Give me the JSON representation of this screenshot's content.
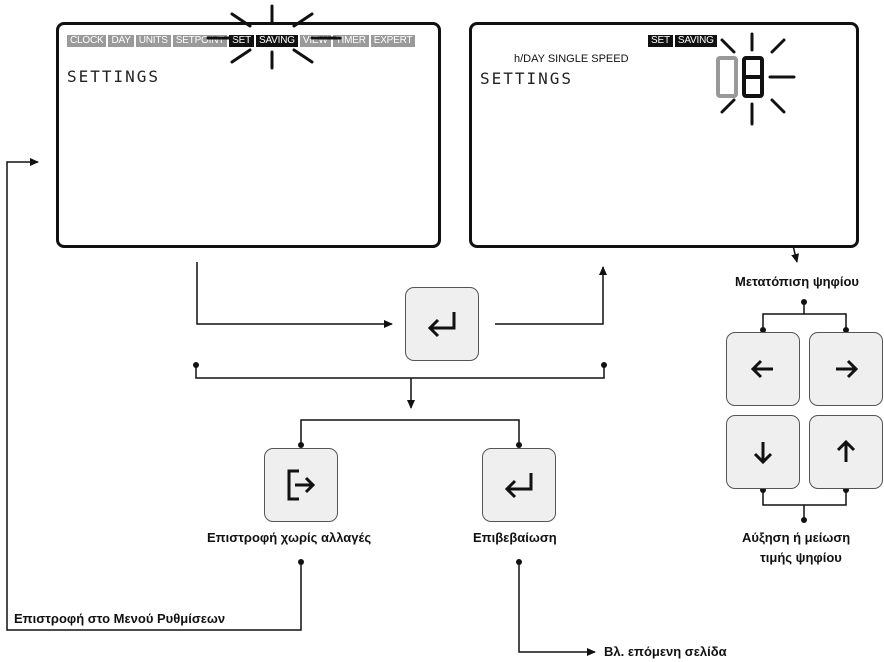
{
  "left_screen": {
    "tabs": [
      "CLOCK",
      "DAY",
      "UNITS",
      "SETPOINT",
      "SET",
      "SAVING",
      "VIEW",
      "TIMER",
      "EXPERT"
    ],
    "active_tabs": [
      "SET",
      "SAVING"
    ],
    "title": "SETTINGS"
  },
  "right_screen": {
    "tabs": [
      "SET",
      "SAVING"
    ],
    "mode_label": "h/DAY SINGLE SPEED",
    "title": "SETTINGS",
    "digits": "08"
  },
  "keys": {
    "enter_top": "enter-icon",
    "exit": "exit-icon",
    "confirm": "enter-icon",
    "left": "arrow-left-icon",
    "right": "arrow-right-icon",
    "down": "arrow-down-icon",
    "up": "arrow-up-icon"
  },
  "labels": {
    "digit_shift": "Μετατόπιση ψηφίου",
    "exit_no_changes": "Επιστροφή χωρίς αλλαγές",
    "confirm": "Επιβεβαίωση",
    "increase_decrease_line1": "Αύξηση ή μείωση",
    "increase_decrease_line2": "τιμής ψηφίου",
    "back_to_menu": "Επιστροφή στο Μενού Ρυθμίσεων",
    "next_page": "Βλ. επόμενη σελίδα"
  },
  "colors": {
    "line": "#111111",
    "key_fill": "#efefef",
    "tab_inactive": "#9a9a9a",
    "tab_active": "#111111"
  }
}
